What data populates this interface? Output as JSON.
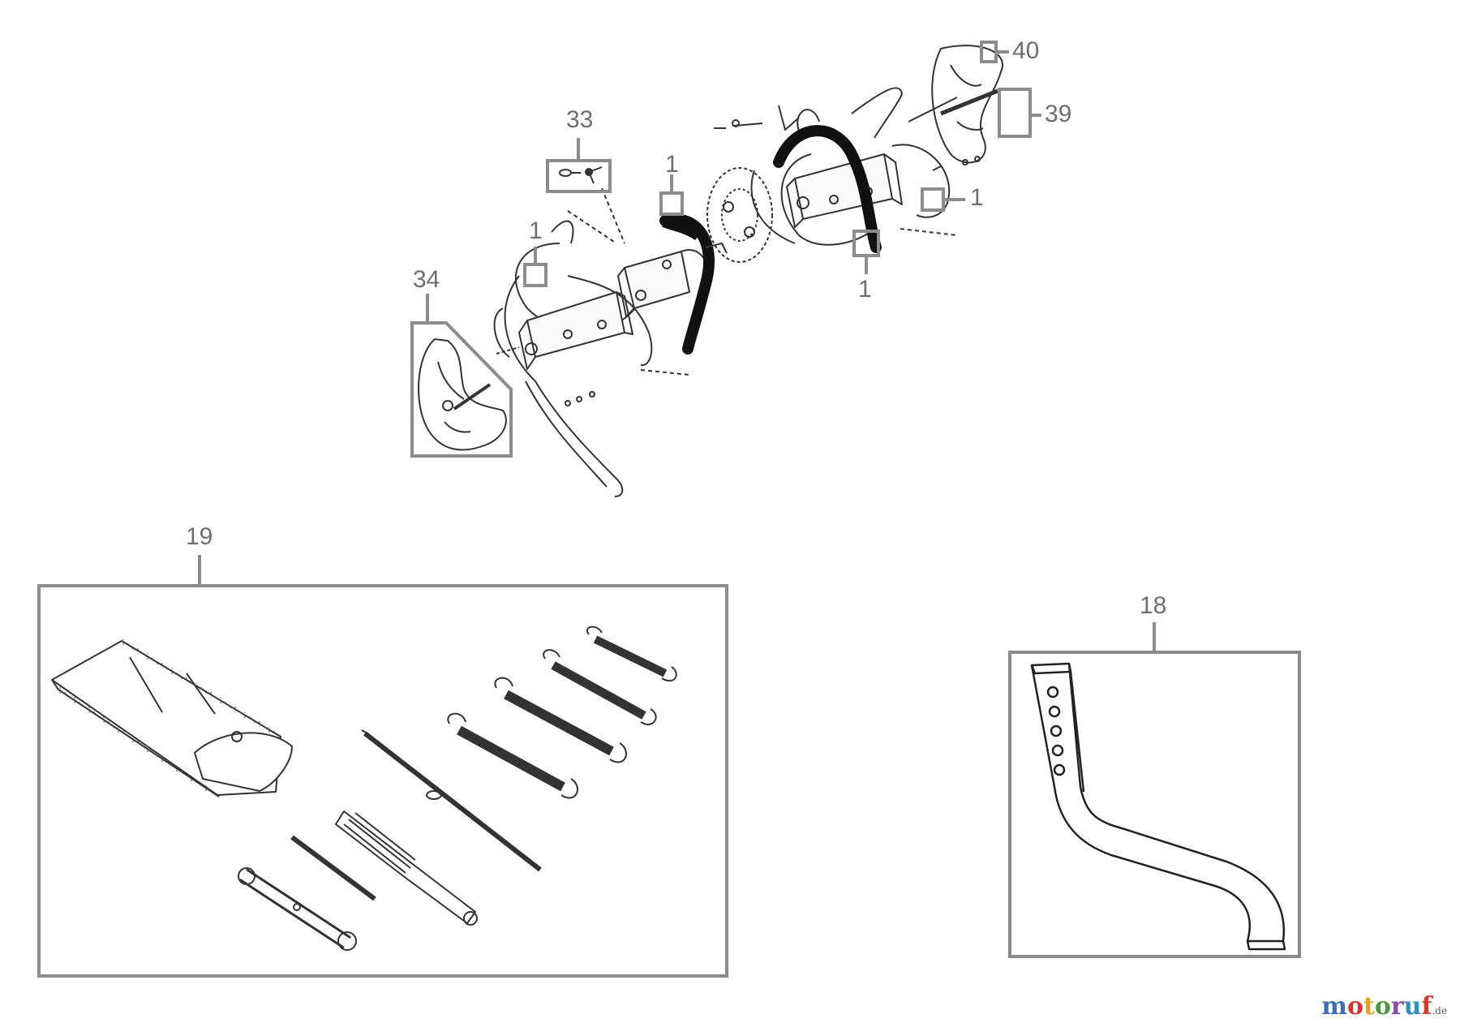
{
  "diagram": {
    "callouts": {
      "c1_top": "1",
      "c1_left": "1",
      "c1_right": "1",
      "c1_bottom": "1",
      "c33": "33",
      "c34": "34",
      "c39": "39",
      "c40": "40",
      "c19": "19",
      "c18": "18"
    },
    "parts": [
      {
        "id": "tine-assembly",
        "icon": "tiller-tine-assembly-icon"
      },
      {
        "id": "pin-kit",
        "icon": "pin-and-clip-icon"
      },
      {
        "id": "side-disc-left",
        "icon": "side-protection-disc-icon"
      },
      {
        "id": "side-disc-right",
        "icon": "side-protection-disc-icon"
      },
      {
        "id": "tool-kit",
        "icon": "tool-kit-icon"
      },
      {
        "id": "depth-stake",
        "icon": "depth-stake-icon"
      }
    ]
  },
  "brand": {
    "logo_text": "motoruf",
    "logo_suffix": ".de",
    "colors": [
      "#3b6fb5",
      "#d6362c",
      "#e8a21c",
      "#4a9a3c",
      "#8a4aa8",
      "#2f8fbf",
      "#d6362c"
    ]
  }
}
